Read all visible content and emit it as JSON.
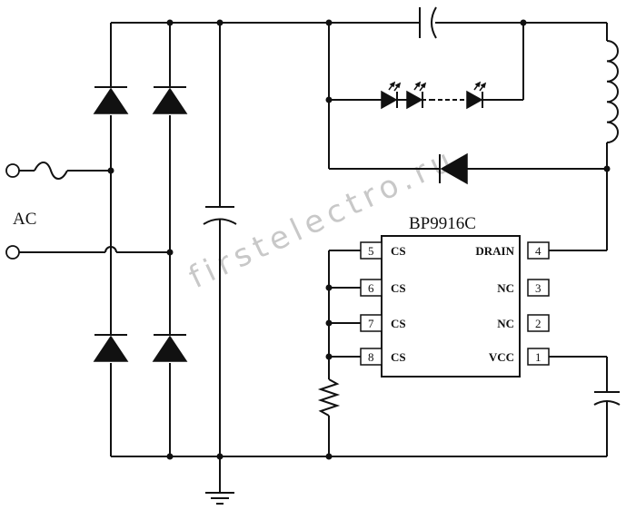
{
  "watermark": "firstelectro.ru",
  "ac_label": "AC",
  "chip": {
    "title": "BP9916C",
    "pins_left": [
      {
        "num": "5",
        "name": "CS"
      },
      {
        "num": "6",
        "name": "CS"
      },
      {
        "num": "7",
        "name": "CS"
      },
      {
        "num": "8",
        "name": "CS"
      }
    ],
    "pins_right": [
      {
        "num": "4",
        "name": "DRAIN"
      },
      {
        "num": "3",
        "name": "NC"
      },
      {
        "num": "2",
        "name": "NC"
      },
      {
        "num": "1",
        "name": "VCC"
      }
    ]
  },
  "components": {
    "bridge_rectifier": "diode-bridge",
    "fuse": "fuse",
    "bulk_capacitor": "capacitor",
    "output_capacitor": "capacitor",
    "led_string": "led-string",
    "inductor": "inductor",
    "freewheel_diode": "diode",
    "sense_resistor": "resistor",
    "vcc_capacitor": "capacitor",
    "ground": "ground"
  }
}
